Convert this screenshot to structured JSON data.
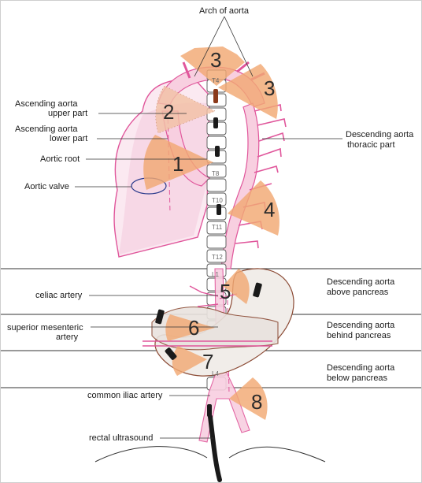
{
  "labels": {
    "arch": "Arch of aorta",
    "asc_upper_1": "Ascending aorta",
    "asc_upper_2": "upper part",
    "asc_lower_1": "Ascending aorta",
    "asc_lower_2": "lower part",
    "aortic_root": "Aortic root",
    "aortic_valve": "Aortic valve",
    "desc_thoracic_1": "Descending aorta",
    "desc_thoracic_2": "thoracic part",
    "celiac": "celiac artery",
    "sma_1": "superior mesenteric",
    "sma_2": "artery",
    "common_iliac": "common iliac artery",
    "rectal": "rectal ultrasound",
    "above_pancreas_1": "Descending aorta",
    "above_pancreas_2": "above pancreas",
    "behind_pancreas_1": "Descending aorta",
    "behind_pancreas_2": "behind pancreas",
    "below_pancreas_1": "Descending aorta",
    "below_pancreas_2": "below pancreas"
  },
  "positions": {
    "p3a": "3",
    "p3b": "3",
    "p2": "2",
    "p1": "1",
    "p4": "4",
    "p5": "5",
    "p6": "6",
    "p7": "7",
    "p8": "8"
  },
  "vertebrae": {
    "t4": "T4",
    "t8": "T8",
    "t10": "T10",
    "t11": "T11",
    "t12": "T12",
    "l1": "L1",
    "l4": "L4"
  },
  "colors": {
    "aorta": "#e0569b",
    "pericardium": "#f5d6e6",
    "window": "#f2a974",
    "stomach": "#8b4a34",
    "probe": "#1a1a1a"
  }
}
